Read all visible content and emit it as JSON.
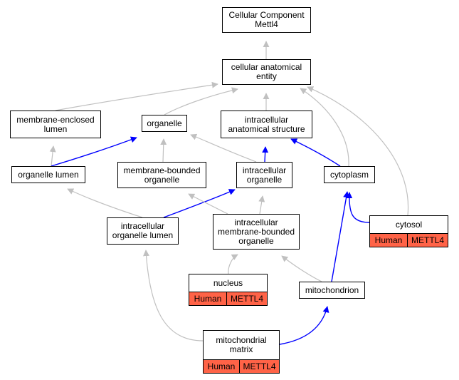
{
  "nodes": {
    "root": {
      "label": "Cellular Component\nMettl4"
    },
    "cae": {
      "label": "cellular anatomical\nentity"
    },
    "mel": {
      "label": "membrane-enclosed\nlumen"
    },
    "organelle": {
      "label": "organelle"
    },
    "ias": {
      "label": "intracellular\nanatomical structure"
    },
    "ol": {
      "label": "organelle lumen"
    },
    "mbo": {
      "label": "membrane-bounded\norganelle"
    },
    "io": {
      "label": "intracellular\norganelle"
    },
    "cytoplasm": {
      "label": "cytoplasm"
    },
    "iol": {
      "label": "intracellular\norganelle lumen"
    },
    "imbo": {
      "label": "intracellular\nmembrane-bounded\norganelle"
    },
    "cytosol": {
      "label": "cytosol",
      "species": "Human",
      "gene": "METTL4"
    },
    "nucleus": {
      "label": "nucleus",
      "species": "Human",
      "gene": "METTL4"
    },
    "mitochondrion": {
      "label": "mitochondrion"
    },
    "mm": {
      "label": "mitochondrial\nmatrix",
      "species": "Human",
      "gene": "METTL4"
    }
  },
  "edges": [
    {
      "from": "cae",
      "to": "root",
      "color": "#c0c0c0"
    },
    {
      "from": "mel",
      "to": "cae",
      "color": "#c0c0c0"
    },
    {
      "from": "organelle",
      "to": "cae",
      "color": "#c0c0c0"
    },
    {
      "from": "ias",
      "to": "cae",
      "color": "#c0c0c0"
    },
    {
      "from": "cytoplasm",
      "to": "cae",
      "color": "#c0c0c0"
    },
    {
      "from": "cytosol",
      "to": "cae",
      "color": "#c0c0c0"
    },
    {
      "from": "ol",
      "to": "mel",
      "color": "#c0c0c0"
    },
    {
      "from": "ol",
      "to": "organelle",
      "color": "#0000ff"
    },
    {
      "from": "mbo",
      "to": "organelle",
      "color": "#c0c0c0"
    },
    {
      "from": "io",
      "to": "organelle",
      "color": "#c0c0c0"
    },
    {
      "from": "io",
      "to": "ias",
      "color": "#0000ff"
    },
    {
      "from": "cytoplasm",
      "to": "ias",
      "color": "#0000ff"
    },
    {
      "from": "iol",
      "to": "ol",
      "color": "#c0c0c0"
    },
    {
      "from": "iol",
      "to": "io",
      "color": "#0000ff"
    },
    {
      "from": "imbo",
      "to": "mbo",
      "color": "#c0c0c0"
    },
    {
      "from": "imbo",
      "to": "io",
      "color": "#c0c0c0"
    },
    {
      "from": "cytosol",
      "to": "cytoplasm",
      "color": "#0000ff"
    },
    {
      "from": "nucleus",
      "to": "imbo",
      "color": "#c0c0c0"
    },
    {
      "from": "mitochondrion",
      "to": "imbo",
      "color": "#c0c0c0"
    },
    {
      "from": "mitochondrion",
      "to": "cytoplasm",
      "color": "#0000ff"
    },
    {
      "from": "mm",
      "to": "iol",
      "color": "#c0c0c0"
    },
    {
      "from": "mm",
      "to": "mitochondrion",
      "color": "#0000ff"
    }
  ]
}
